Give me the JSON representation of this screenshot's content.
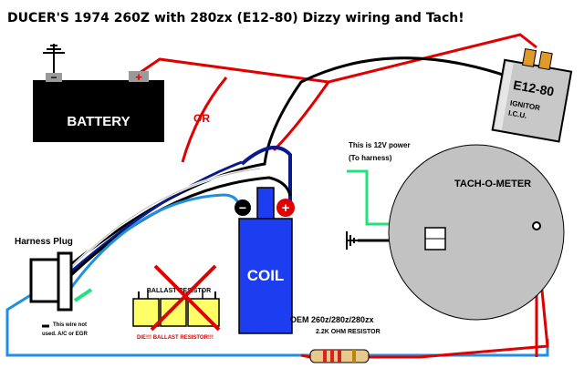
{
  "title": "DUCER'S 1974 260Z with 280zx (E12-80) Dizzy wiring and Tach!",
  "battery": {
    "label": "BATTERY",
    "neg": "−",
    "pos": "+"
  },
  "wire_or": "OR",
  "igniter": {
    "code": "E12-80",
    "line1": "IGNITOR",
    "line2": "I.C.U."
  },
  "power_note": {
    "line1": "This is 12V power",
    "line2": "(To harness)"
  },
  "tach": {
    "label": "TACH-O-METER"
  },
  "coil": {
    "label": "COIL",
    "neg": "−",
    "pos": "+"
  },
  "harness": {
    "label": "Harness Plug"
  },
  "wire_note": {
    "line1": "This wire not",
    "line2": "used. A/C or EGR"
  },
  "ballast": {
    "label": "BALLAST RESISTOR",
    "die": "DIE!!! BALLAST RESISTOR!!!"
  },
  "resistor": {
    "line1": "OEM 260z/280z/280zx",
    "line2": "2.2K OHM  RESISTOR"
  },
  "colors": {
    "red": "#e00000",
    "blue": "#1f8fe0",
    "navy": "#0a1a8c",
    "green": "#22e07a",
    "coil_blue": "#1d3df0",
    "tach_gray": "#c2c2c2",
    "ballast_yellow": "#ffff66"
  }
}
